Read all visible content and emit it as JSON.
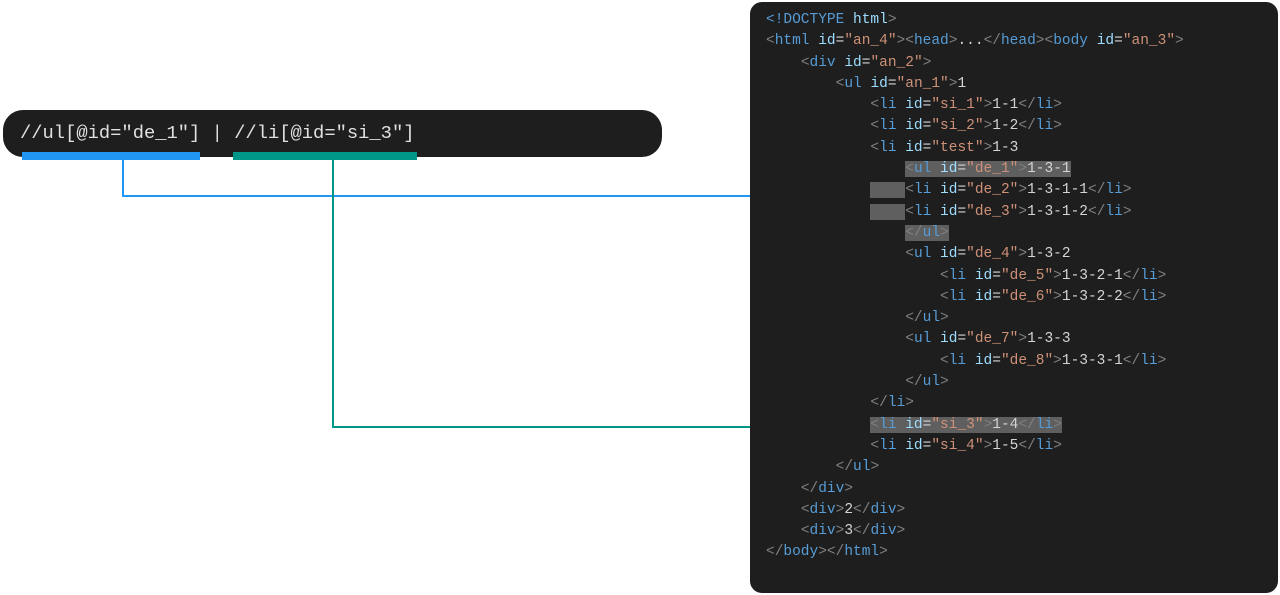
{
  "xpath": {
    "part1": "//ul[@id=\"de_1\"]",
    "separator": " | ",
    "part2": "//li[@id=\"si_3\"]",
    "colors": {
      "part1": "#2196f3",
      "part2": "#009688"
    }
  },
  "code": {
    "lines": [
      {
        "indent": 0,
        "tokens": [
          [
            "tag",
            "<!DOCTYPE"
          ],
          [
            "txt",
            " "
          ],
          [
            "attr",
            "html"
          ],
          [
            "br",
            ">"
          ]
        ]
      },
      {
        "indent": 0,
        "tokens": [
          [
            "br",
            "<"
          ],
          [
            "tag",
            "html"
          ],
          [
            "txt",
            " "
          ],
          [
            "attr",
            "id"
          ],
          [
            "txt",
            "="
          ],
          [
            "str",
            "\"an_4\""
          ],
          [
            "br",
            ">"
          ],
          [
            "br",
            "<"
          ],
          [
            "tag",
            "head"
          ],
          [
            "br",
            ">"
          ],
          [
            "txt",
            "..."
          ],
          [
            "br",
            "</"
          ],
          [
            "tag",
            "head"
          ],
          [
            "br",
            ">"
          ],
          [
            "br",
            "<"
          ],
          [
            "tag",
            "body"
          ],
          [
            "txt",
            " "
          ],
          [
            "attr",
            "id"
          ],
          [
            "txt",
            "="
          ],
          [
            "str",
            "\"an_3\""
          ],
          [
            "br",
            ">"
          ]
        ]
      },
      {
        "indent": 1,
        "tokens": [
          [
            "br",
            "<"
          ],
          [
            "tag",
            "div"
          ],
          [
            "txt",
            " "
          ],
          [
            "attr",
            "id"
          ],
          [
            "txt",
            "="
          ],
          [
            "str",
            "\"an_2\""
          ],
          [
            "br",
            ">"
          ]
        ]
      },
      {
        "indent": 2,
        "tokens": [
          [
            "br",
            "<"
          ],
          [
            "tag",
            "ul"
          ],
          [
            "txt",
            " "
          ],
          [
            "attr",
            "id"
          ],
          [
            "txt",
            "="
          ],
          [
            "str",
            "\"an_1\""
          ],
          [
            "br",
            ">"
          ],
          [
            "txt",
            "1"
          ]
        ]
      },
      {
        "indent": 3,
        "tokens": [
          [
            "br",
            "<"
          ],
          [
            "tag",
            "li"
          ],
          [
            "txt",
            " "
          ],
          [
            "attr",
            "id"
          ],
          [
            "txt",
            "="
          ],
          [
            "str",
            "\"si_1\""
          ],
          [
            "br",
            ">"
          ],
          [
            "txt",
            "1-1"
          ],
          [
            "br",
            "</"
          ],
          [
            "tag",
            "li"
          ],
          [
            "br",
            ">"
          ]
        ]
      },
      {
        "indent": 3,
        "tokens": [
          [
            "br",
            "<"
          ],
          [
            "tag",
            "li"
          ],
          [
            "txt",
            " "
          ],
          [
            "attr",
            "id"
          ],
          [
            "txt",
            "="
          ],
          [
            "str",
            "\"si_2\""
          ],
          [
            "br",
            ">"
          ],
          [
            "txt",
            "1-2"
          ],
          [
            "br",
            "</"
          ],
          [
            "tag",
            "li"
          ],
          [
            "br",
            ">"
          ]
        ]
      },
      {
        "indent": 3,
        "tokens": [
          [
            "br",
            "<"
          ],
          [
            "tag",
            "li"
          ],
          [
            "txt",
            " "
          ],
          [
            "attr",
            "id"
          ],
          [
            "txt",
            "="
          ],
          [
            "str",
            "\"test\""
          ],
          [
            "br",
            ">"
          ],
          [
            "txt",
            "1-3"
          ]
        ]
      },
      {
        "indent": 4,
        "hl": "full",
        "tokens": [
          [
            "br",
            "<"
          ],
          [
            "tag",
            "ul"
          ],
          [
            "txt",
            " "
          ],
          [
            "attr",
            "id"
          ],
          [
            "txt",
            "="
          ],
          [
            "str",
            "\"de_1\""
          ],
          [
            "br",
            ">"
          ],
          [
            "txt",
            "1-3-1"
          ]
        ]
      },
      {
        "indent": 4,
        "hl": "gutter",
        "tokens": [
          [
            "br",
            "<"
          ],
          [
            "tag",
            "li"
          ],
          [
            "txt",
            " "
          ],
          [
            "attr",
            "id"
          ],
          [
            "txt",
            "="
          ],
          [
            "str",
            "\"de_2\""
          ],
          [
            "br",
            ">"
          ],
          [
            "txt",
            "1-3-1-1"
          ],
          [
            "br",
            "</"
          ],
          [
            "tag",
            "li"
          ],
          [
            "br",
            ">"
          ]
        ]
      },
      {
        "indent": 4,
        "hl": "gutter",
        "tokens": [
          [
            "br",
            "<"
          ],
          [
            "tag",
            "li"
          ],
          [
            "txt",
            " "
          ],
          [
            "attr",
            "id"
          ],
          [
            "txt",
            "="
          ],
          [
            "str",
            "\"de_3\""
          ],
          [
            "br",
            ">"
          ],
          [
            "txt",
            "1-3-1-2"
          ],
          [
            "br",
            "</"
          ],
          [
            "tag",
            "li"
          ],
          [
            "br",
            ">"
          ]
        ]
      },
      {
        "indent": 4,
        "hl": "full",
        "tokens": [
          [
            "br",
            "</"
          ],
          [
            "tag",
            "ul"
          ],
          [
            "br",
            ">"
          ]
        ]
      },
      {
        "indent": 4,
        "tokens": [
          [
            "br",
            "<"
          ],
          [
            "tag",
            "ul"
          ],
          [
            "txt",
            " "
          ],
          [
            "attr",
            "id"
          ],
          [
            "txt",
            "="
          ],
          [
            "str",
            "\"de_4\""
          ],
          [
            "br",
            ">"
          ],
          [
            "txt",
            "1-3-2"
          ]
        ]
      },
      {
        "indent": 5,
        "tokens": [
          [
            "br",
            "<"
          ],
          [
            "tag",
            "li"
          ],
          [
            "txt",
            " "
          ],
          [
            "attr",
            "id"
          ],
          [
            "txt",
            "="
          ],
          [
            "str",
            "\"de_5\""
          ],
          [
            "br",
            ">"
          ],
          [
            "txt",
            "1-3-2-1"
          ],
          [
            "br",
            "</"
          ],
          [
            "tag",
            "li"
          ],
          [
            "br",
            ">"
          ]
        ]
      },
      {
        "indent": 5,
        "tokens": [
          [
            "br",
            "<"
          ],
          [
            "tag",
            "li"
          ],
          [
            "txt",
            " "
          ],
          [
            "attr",
            "id"
          ],
          [
            "txt",
            "="
          ],
          [
            "str",
            "\"de_6\""
          ],
          [
            "br",
            ">"
          ],
          [
            "txt",
            "1-3-2-2"
          ],
          [
            "br",
            "</"
          ],
          [
            "tag",
            "li"
          ],
          [
            "br",
            ">"
          ]
        ]
      },
      {
        "indent": 4,
        "tokens": [
          [
            "br",
            "</"
          ],
          [
            "tag",
            "ul"
          ],
          [
            "br",
            ">"
          ]
        ]
      },
      {
        "indent": 4,
        "tokens": [
          [
            "br",
            "<"
          ],
          [
            "tag",
            "ul"
          ],
          [
            "txt",
            " "
          ],
          [
            "attr",
            "id"
          ],
          [
            "txt",
            "="
          ],
          [
            "str",
            "\"de_7\""
          ],
          [
            "br",
            ">"
          ],
          [
            "txt",
            "1-3-3"
          ]
        ]
      },
      {
        "indent": 5,
        "tokens": [
          [
            "br",
            "<"
          ],
          [
            "tag",
            "li"
          ],
          [
            "txt",
            " "
          ],
          [
            "attr",
            "id"
          ],
          [
            "txt",
            "="
          ],
          [
            "str",
            "\"de_8\""
          ],
          [
            "br",
            ">"
          ],
          [
            "txt",
            "1-3-3-1"
          ],
          [
            "br",
            "</"
          ],
          [
            "tag",
            "li"
          ],
          [
            "br",
            ">"
          ]
        ]
      },
      {
        "indent": 4,
        "tokens": [
          [
            "br",
            "</"
          ],
          [
            "tag",
            "ul"
          ],
          [
            "br",
            ">"
          ]
        ]
      },
      {
        "indent": 3,
        "tokens": [
          [
            "br",
            "</"
          ],
          [
            "tag",
            "li"
          ],
          [
            "br",
            ">"
          ]
        ]
      },
      {
        "indent": 3,
        "hl": "full",
        "tokens": [
          [
            "br",
            "<"
          ],
          [
            "tag",
            "li"
          ],
          [
            "txt",
            " "
          ],
          [
            "attr",
            "id"
          ],
          [
            "txt",
            "="
          ],
          [
            "str",
            "\"si_3\""
          ],
          [
            "br",
            ">"
          ],
          [
            "txt",
            "1-4"
          ],
          [
            "br",
            "</"
          ],
          [
            "tag",
            "li"
          ],
          [
            "br",
            ">"
          ]
        ]
      },
      {
        "indent": 3,
        "tokens": [
          [
            "br",
            "<"
          ],
          [
            "tag",
            "li"
          ],
          [
            "txt",
            " "
          ],
          [
            "attr",
            "id"
          ],
          [
            "txt",
            "="
          ],
          [
            "str",
            "\"si_4\""
          ],
          [
            "br",
            ">"
          ],
          [
            "txt",
            "1-5"
          ],
          [
            "br",
            "</"
          ],
          [
            "tag",
            "li"
          ],
          [
            "br",
            ">"
          ]
        ]
      },
      {
        "indent": 2,
        "tokens": [
          [
            "br",
            "</"
          ],
          [
            "tag",
            "ul"
          ],
          [
            "br",
            ">"
          ]
        ]
      },
      {
        "indent": 1,
        "tokens": [
          [
            "br",
            "</"
          ],
          [
            "tag",
            "div"
          ],
          [
            "br",
            ">"
          ]
        ]
      },
      {
        "indent": 1,
        "tokens": [
          [
            "br",
            "<"
          ],
          [
            "tag",
            "div"
          ],
          [
            "br",
            ">"
          ],
          [
            "txt",
            "2"
          ],
          [
            "br",
            "</"
          ],
          [
            "tag",
            "div"
          ],
          [
            "br",
            ">"
          ]
        ]
      },
      {
        "indent": 1,
        "tokens": [
          [
            "br",
            "<"
          ],
          [
            "tag",
            "div"
          ],
          [
            "br",
            ">"
          ],
          [
            "txt",
            "3"
          ],
          [
            "br",
            "</"
          ],
          [
            "tag",
            "div"
          ],
          [
            "br",
            ">"
          ]
        ]
      },
      {
        "indent": 0,
        "tokens": [
          [
            "br",
            "</"
          ],
          [
            "tag",
            "body"
          ],
          [
            "br",
            ">"
          ],
          [
            "br",
            "</"
          ],
          [
            "tag",
            "html"
          ],
          [
            "br",
            ">"
          ]
        ]
      }
    ]
  }
}
